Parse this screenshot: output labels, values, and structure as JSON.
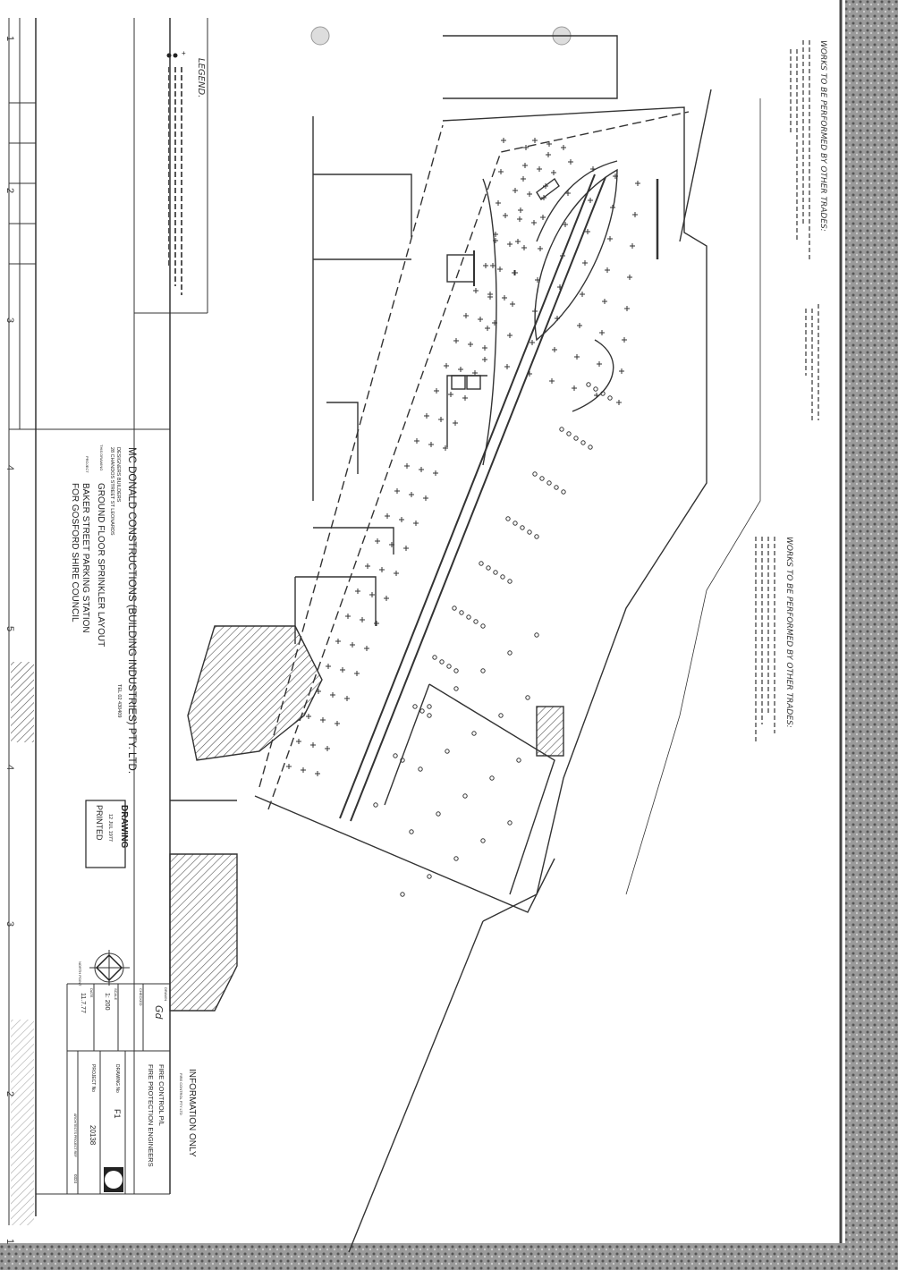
{
  "title_block": {
    "company": "MC DONALD  CONSTRUCTIONS  (BUILDING INDUSTRIES)  PTY.  LTD.",
    "roles": "DESIGNERS   BUILDERS",
    "address": "28   CHANDOS  STREET          ST LEONARDS",
    "tel": "TEL  02  430409",
    "drawing_label": "THIS DRAWING",
    "drawing_title": "GROUND  FLOOR  SPRINKLER  LAYOUT",
    "project_label": "PROJECT",
    "project_line1": "BAKER  STREET  PARKING  STATION",
    "project_line2": "FOR  GOSFORD  SHIRE  COUNCIL",
    "stamp": {
      "line1": "DRAWING",
      "line2": "12 JUL 1977",
      "line3": "PRINTED"
    },
    "north_label": "NORTH POINT",
    "drawn_label": "DRAWN",
    "checked_label": "CHECKED",
    "scale_label": "SCALE",
    "scale": "1: 200",
    "date_label": "DATE",
    "date": "11.7.77",
    "firm": "FIRE  CONTROL  P/L",
    "firm_sub": "FIRE  PROTECTION  ENGINEERS",
    "drawing_no_label": "DRAWING No",
    "drawing_no": "F1",
    "project_no_label": "PROJECT No",
    "project_no": "20138",
    "arch_ref_label": "ARCHITECTS  PROJECT  REF",
    "arch_ref": "0324"
  },
  "stamp_info": {
    "main": "INFORMATION ONLY",
    "sub": "FIRE CONTROL PTY LTD"
  },
  "legend": {
    "title": "LEGEND."
  },
  "notes": [
    {
      "title": "WORKS  TO  BE  PERFORMED  BY  OTHER  TRADES:"
    },
    {
      "title": "WORKS  TO  BE  PERFORMED  BY  OTHER  TRADES:"
    }
  ],
  "margin": {
    "grid_numbers": [
      "1",
      "2",
      "3",
      "4",
      "5",
      "4",
      "3",
      "2",
      "1"
    ]
  },
  "colors": {
    "paper": "#ffffff",
    "ink": "#222222",
    "scan_edge": "#8a8a8a"
  }
}
